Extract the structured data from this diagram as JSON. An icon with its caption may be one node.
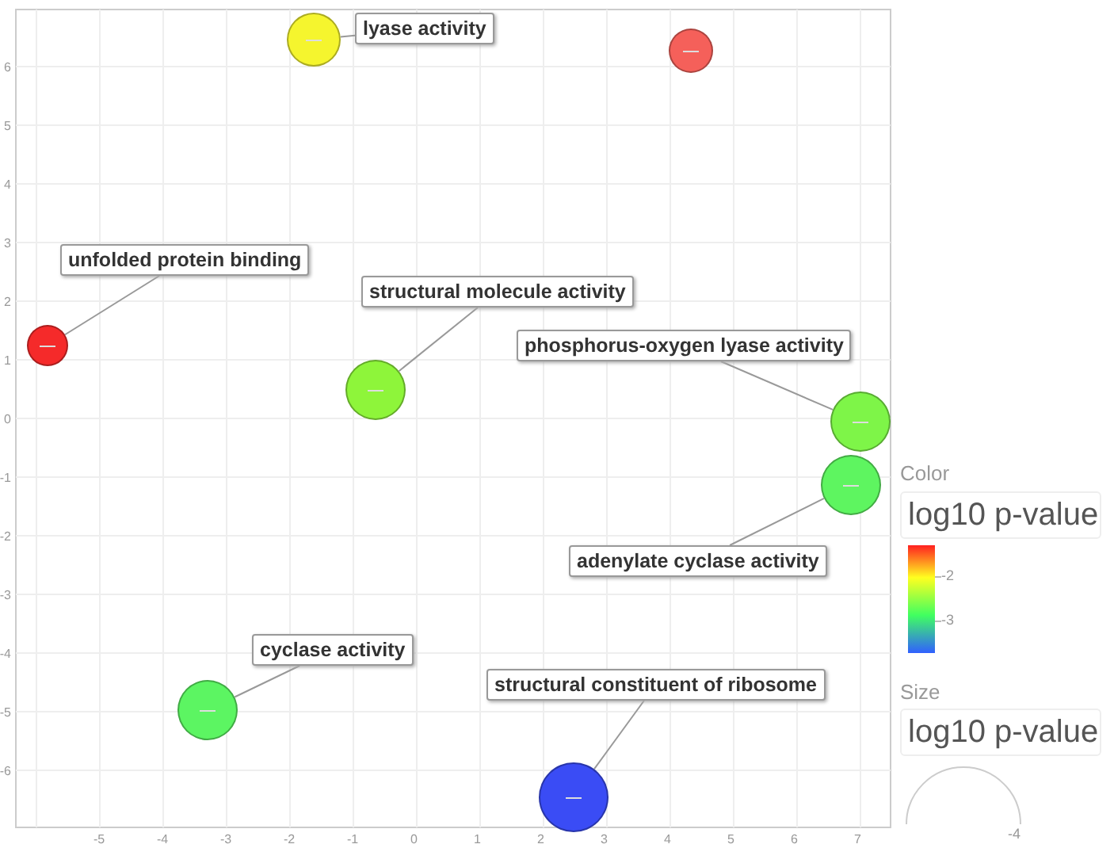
{
  "diagram": {
    "nodes": [
      {
        "text": [
          "lyase activity"
        ]
      },
      {
        "text": [],
        "shape": "circle"
      },
      {
        "text": [],
        "shape": "circle"
      },
      {
        "text": [
          "unfolded protein binding"
        ]
      },
      {
        "text": [],
        "shape": "circle"
      },
      {
        "text": [
          "structural molecule activity"
        ]
      },
      {
        "text": [],
        "shape": "circle"
      },
      {
        "text": [
          "phosphorus-oxygen lyase activity"
        ]
      },
      {
        "text": [],
        "shape": "circle"
      },
      {
        "text": [],
        "shape": "circle"
      },
      {
        "text": [
          "adenylate cyclase activity"
        ]
      },
      {
        "text": [
          "cyclase activity"
        ]
      },
      {
        "text": [],
        "shape": "circle"
      },
      {
        "text": [
          "structural constituent of ribosome"
        ]
      },
      {
        "text": [],
        "shape": "circle"
      }
    ],
    "edges": [
      {
        "from": 0,
        "to": 1,
        "arrow": "none"
      },
      {
        "from": 3,
        "to": 4,
        "arrow": "none"
      },
      {
        "from": 5,
        "to": 6,
        "arrow": "none"
      },
      {
        "from": 7,
        "to": 8,
        "arrow": "none"
      },
      {
        "from": 10,
        "to": 9,
        "arrow": "none"
      },
      {
        "from": 11,
        "to": 12,
        "arrow": "none"
      },
      {
        "from": 13,
        "to": 14,
        "arrow": "none"
      }
    ],
    "labels": [
      "6",
      "5",
      "4",
      "3",
      "2",
      "1",
      "0",
      "-1",
      "-2",
      "-3",
      "-4",
      "-5",
      "-6",
      "-5",
      "-4",
      "-3",
      "-2",
      "-1",
      "0",
      "1",
      "2",
      "3",
      "4",
      "5",
      "6",
      "7",
      "Color",
      "log10 p-value",
      "-2",
      "-3",
      "Size",
      "log10 p-value",
      "-4"
    ]
  }
}
